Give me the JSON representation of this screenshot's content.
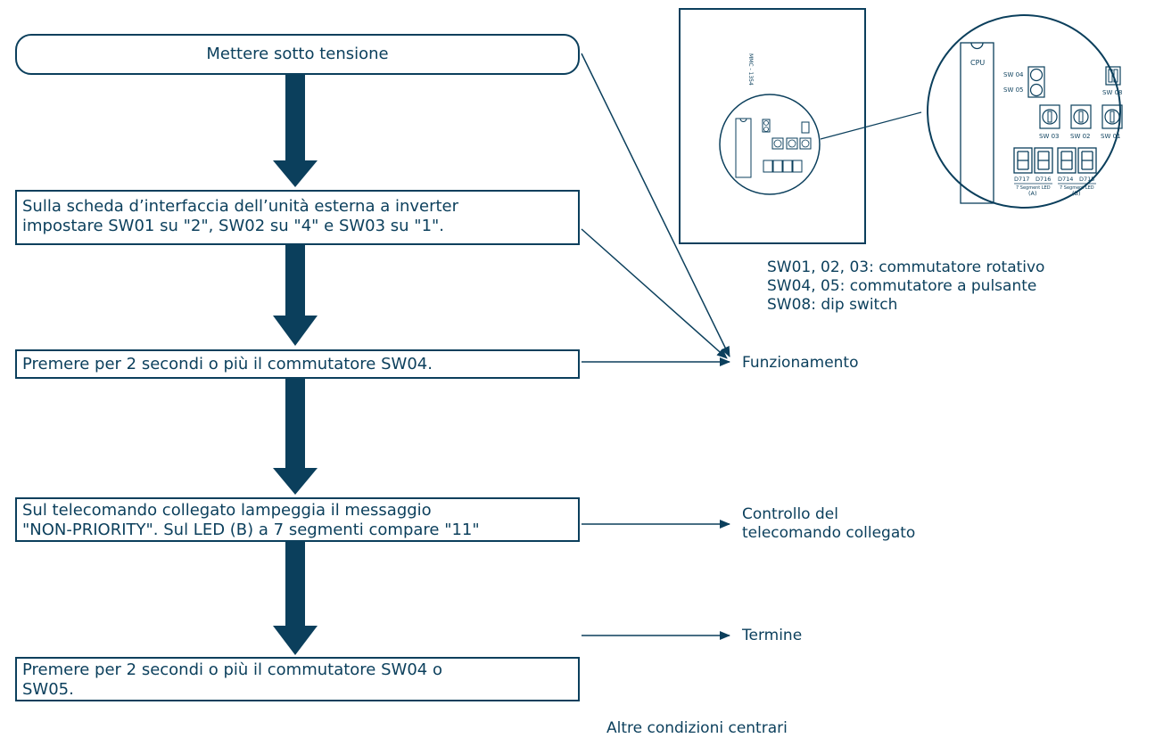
{
  "flow": {
    "start": "Mettere sotto tensione",
    "step1_line1": "Sulla scheda d’interfaccia dell’unità esterna a inverter",
    "step1_line2": "impostare SW01 su \"2\", SW02 su \"4\" e SW03 su \"1\".",
    "step2": "Premere per 2 secondi o più il commutatore SW04.",
    "step3_line1": "Sul telecomando collegato lampeggia il messaggio",
    "step3_line2": "\"NON-PRIORITY\". Sul LED (B) a 7 segmenti compare \"11\"",
    "step4_line1": "Premere per 2 secondi o più il commutatore SW04 o",
    "step4_line2": "SW05."
  },
  "outcomes": {
    "operation": "Funzionamento",
    "check_line1": "Controllo del",
    "check_line2": "telecomando collegato",
    "end": "Termine",
    "partial": "Altre condizioni centrari"
  },
  "legend": {
    "line1": "SW01, 02, 03: commutatore rotativo",
    "line2": "SW04, 05: commutatore a pulsante",
    "line3": "SW08: dip switch"
  },
  "board": {
    "board_code": "MMC - 1354",
    "cpu": "CPU",
    "sw04": "SW 04",
    "sw05": "SW 05",
    "sw08": "SW 08",
    "sw03": "SW 03",
    "sw02": "SW 02",
    "sw01": "SW 01",
    "d717": "D717",
    "d716": "D716",
    "d714": "D714",
    "d715": "D715",
    "seg_label": "7 Segment LED",
    "seg_a": "(A)",
    "seg_b": "(B)"
  },
  "colors": {
    "ink": "#0b3f5c"
  }
}
